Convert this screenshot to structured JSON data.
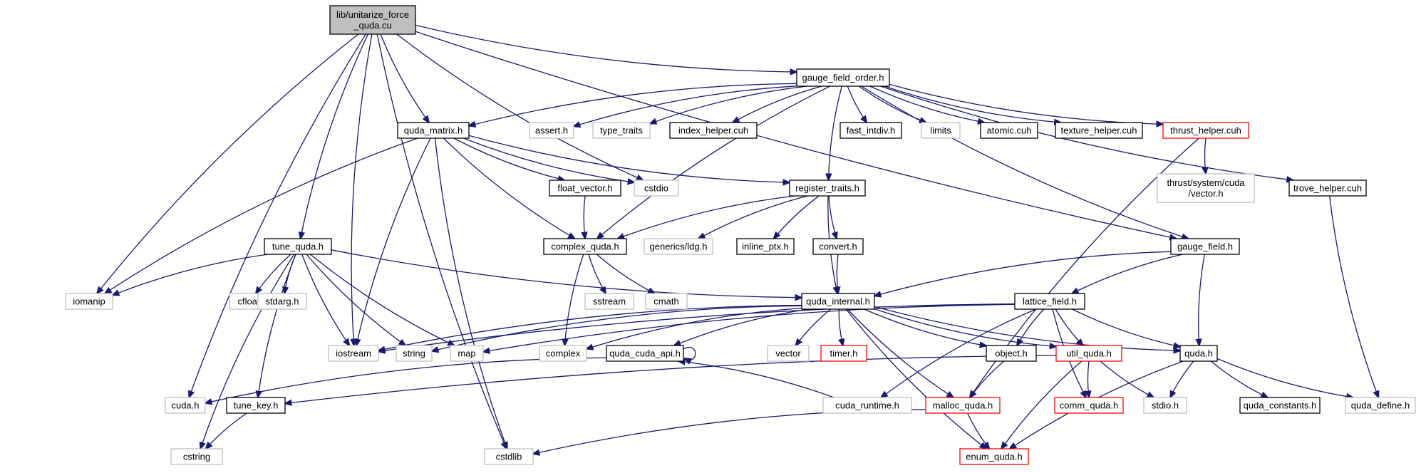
{
  "nodes": {
    "root": {
      "lines": [
        "lib/unitarize_force",
        "_quda.cu"
      ],
      "style": "root"
    },
    "gauge_field_order": {
      "lines": [
        "gauge_field_order.h"
      ],
      "style": "black"
    },
    "quda_matrix": {
      "lines": [
        "quda_matrix.h"
      ],
      "style": "black"
    },
    "assert": {
      "lines": [
        "assert.h"
      ],
      "style": "gray"
    },
    "type_traits": {
      "lines": [
        "type_traits"
      ],
      "style": "gray"
    },
    "index_helper": {
      "lines": [
        "index_helper.cuh"
      ],
      "style": "black"
    },
    "fast_intdiv": {
      "lines": [
        "fast_intdiv.h"
      ],
      "style": "black"
    },
    "limits": {
      "lines": [
        "limits"
      ],
      "style": "gray"
    },
    "atomic": {
      "lines": [
        "atomic.cuh"
      ],
      "style": "black"
    },
    "texture_helper": {
      "lines": [
        "texture_helper.cuh"
      ],
      "style": "black"
    },
    "thrust_helper": {
      "lines": [
        "thrust_helper.cuh"
      ],
      "style": "red"
    },
    "thrust_vector": {
      "lines": [
        "thrust/system/cuda",
        "/vector.h"
      ],
      "style": "gray"
    },
    "trove_helper": {
      "lines": [
        "trove_helper.cuh"
      ],
      "style": "black"
    },
    "float_vector": {
      "lines": [
        "float_vector.h"
      ],
      "style": "black"
    },
    "cstdio": {
      "lines": [
        "cstdio"
      ],
      "style": "gray"
    },
    "register_traits": {
      "lines": [
        "register_traits.h"
      ],
      "style": "black"
    },
    "tune_quda": {
      "lines": [
        "tune_quda.h"
      ],
      "style": "black"
    },
    "complex_quda": {
      "lines": [
        "complex_quda.h"
      ],
      "style": "black"
    },
    "generics_ldg": {
      "lines": [
        "generics/ldg.h"
      ],
      "style": "gray"
    },
    "inline_ptx": {
      "lines": [
        "inline_ptx.h"
      ],
      "style": "black"
    },
    "convert": {
      "lines": [
        "convert.h"
      ],
      "style": "black"
    },
    "gauge_field": {
      "lines": [
        "gauge_field.h"
      ],
      "style": "black"
    },
    "iomanip": {
      "lines": [
        "iomanip"
      ],
      "style": "gray"
    },
    "cfloat": {
      "lines": [
        "cfloat"
      ],
      "style": "gray"
    },
    "stdarg": {
      "lines": [
        "stdarg.h"
      ],
      "style": "gray"
    },
    "sstream": {
      "lines": [
        "sstream"
      ],
      "style": "gray"
    },
    "cmath": {
      "lines": [
        "cmath"
      ],
      "style": "gray"
    },
    "quda_internal": {
      "lines": [
        "quda_internal.h"
      ],
      "style": "black"
    },
    "lattice_field": {
      "lines": [
        "lattice_field.h"
      ],
      "style": "black"
    },
    "iostream": {
      "lines": [
        "iostream"
      ],
      "style": "gray"
    },
    "string": {
      "lines": [
        "string"
      ],
      "style": "gray"
    },
    "map": {
      "lines": [
        "map"
      ],
      "style": "gray"
    },
    "complex": {
      "lines": [
        "complex"
      ],
      "style": "gray"
    },
    "quda_cuda_api": {
      "lines": [
        "quda_cuda_api.h"
      ],
      "style": "black"
    },
    "vector": {
      "lines": [
        "vector"
      ],
      "style": "gray"
    },
    "timer": {
      "lines": [
        "timer.h"
      ],
      "style": "red"
    },
    "object": {
      "lines": [
        "object.h"
      ],
      "style": "black"
    },
    "util_quda": {
      "lines": [
        "util_quda.h"
      ],
      "style": "red"
    },
    "quda": {
      "lines": [
        "quda.h"
      ],
      "style": "black"
    },
    "cuda": {
      "lines": [
        "cuda.h"
      ],
      "style": "gray"
    },
    "tune_key": {
      "lines": [
        "tune_key.h"
      ],
      "style": "black"
    },
    "cuda_runtime": {
      "lines": [
        "cuda_runtime.h"
      ],
      "style": "gray"
    },
    "malloc_quda": {
      "lines": [
        "malloc_quda.h"
      ],
      "style": "red"
    },
    "comm_quda": {
      "lines": [
        "comm_quda.h"
      ],
      "style": "red"
    },
    "stdio": {
      "lines": [
        "stdio.h"
      ],
      "style": "gray"
    },
    "quda_constants": {
      "lines": [
        "quda_constants.h"
      ],
      "style": "black"
    },
    "quda_define": {
      "lines": [
        "quda_define.h"
      ],
      "style": "gray"
    },
    "cstring": {
      "lines": [
        "cstring"
      ],
      "style": "gray"
    },
    "cstdlib": {
      "lines": [
        "cstdlib"
      ],
      "style": "gray"
    },
    "enum_quda": {
      "lines": [
        "enum_quda.h"
      ],
      "style": "red"
    }
  },
  "edges": [
    [
      "root",
      "gauge_field_order"
    ],
    [
      "root",
      "quda_matrix"
    ],
    [
      "root",
      "tune_quda"
    ],
    [
      "root",
      "iostream"
    ],
    [
      "root",
      "iomanip"
    ],
    [
      "root",
      "cuda"
    ],
    [
      "root",
      "cstdlib"
    ],
    [
      "root",
      "cstdio"
    ],
    [
      "root",
      "gauge_field"
    ],
    [
      "gauge_field_order",
      "quda_matrix"
    ],
    [
      "gauge_field_order",
      "assert"
    ],
    [
      "gauge_field_order",
      "type_traits"
    ],
    [
      "gauge_field_order",
      "index_helper"
    ],
    [
      "gauge_field_order",
      "fast_intdiv"
    ],
    [
      "gauge_field_order",
      "limits"
    ],
    [
      "gauge_field_order",
      "atomic"
    ],
    [
      "gauge_field_order",
      "texture_helper"
    ],
    [
      "gauge_field_order",
      "thrust_helper"
    ],
    [
      "gauge_field_order",
      "trove_helper"
    ],
    [
      "gauge_field_order",
      "register_traits"
    ],
    [
      "gauge_field_order",
      "complex_quda"
    ],
    [
      "gauge_field_order",
      "gauge_field"
    ],
    [
      "thrust_helper",
      "thrust_vector"
    ],
    [
      "thrust_helper",
      "malloc_quda"
    ],
    [
      "trove_helper",
      "quda_define"
    ],
    [
      "quda_matrix",
      "float_vector"
    ],
    [
      "quda_matrix",
      "cstdio"
    ],
    [
      "quda_matrix",
      "register_traits"
    ],
    [
      "quda_matrix",
      "complex_quda"
    ],
    [
      "quda_matrix",
      "iomanip"
    ],
    [
      "quda_matrix",
      "iostream"
    ],
    [
      "quda_matrix",
      "cstdlib"
    ],
    [
      "float_vector",
      "complex_quda"
    ],
    [
      "register_traits",
      "complex_quda"
    ],
    [
      "register_traits",
      "generics_ldg"
    ],
    [
      "register_traits",
      "inline_ptx"
    ],
    [
      "register_traits",
      "convert"
    ],
    [
      "register_traits",
      "quda_internal"
    ],
    [
      "convert",
      "quda_internal"
    ],
    [
      "complex_quda",
      "sstream"
    ],
    [
      "complex_quda",
      "cmath"
    ],
    [
      "complex_quda",
      "complex"
    ],
    [
      "tune_quda",
      "iomanip"
    ],
    [
      "tune_quda",
      "cfloat"
    ],
    [
      "tune_quda",
      "stdarg"
    ],
    [
      "tune_quda",
      "iostream"
    ],
    [
      "tune_quda",
      "string"
    ],
    [
      "tune_quda",
      "map"
    ],
    [
      "tune_quda",
      "quda_internal"
    ],
    [
      "tune_quda",
      "tune_key"
    ],
    [
      "tune_quda",
      "cstring"
    ],
    [
      "gauge_field",
      "quda_internal"
    ],
    [
      "gauge_field",
      "lattice_field"
    ],
    [
      "gauge_field",
      "quda"
    ],
    [
      "quda_internal",
      "iostream"
    ],
    [
      "quda_internal",
      "string"
    ],
    [
      "quda_internal",
      "complex"
    ],
    [
      "quda_internal",
      "quda_cuda_api"
    ],
    [
      "quda_internal",
      "vector"
    ],
    [
      "quda_internal",
      "timer"
    ],
    [
      "quda_internal",
      "object"
    ],
    [
      "quda_internal",
      "util_quda"
    ],
    [
      "quda_internal",
      "quda"
    ],
    [
      "quda_internal",
      "malloc_quda"
    ],
    [
      "quda_internal",
      "enum_quda"
    ],
    [
      "lattice_field",
      "iostream"
    ],
    [
      "lattice_field",
      "map"
    ],
    [
      "lattice_field",
      "object"
    ],
    [
      "lattice_field",
      "util_quda"
    ],
    [
      "lattice_field",
      "quda"
    ],
    [
      "lattice_field",
      "cuda_runtime"
    ],
    [
      "lattice_field",
      "comm_quda"
    ],
    [
      "quda_cuda_api",
      "quda_cuda_api"
    ],
    [
      "quda_cuda_api",
      "cuda"
    ],
    [
      "cuda_runtime",
      "quda_cuda_api"
    ],
    [
      "object",
      "malloc_quda"
    ],
    [
      "util_quda",
      "tune_key"
    ],
    [
      "util_quda",
      "comm_quda"
    ],
    [
      "util_quda",
      "stdio"
    ],
    [
      "util_quda",
      "enum_quda"
    ],
    [
      "quda",
      "stdio"
    ],
    [
      "quda",
      "quda_constants"
    ],
    [
      "quda",
      "quda_define"
    ],
    [
      "quda",
      "enum_quda"
    ],
    [
      "malloc_quda",
      "enum_quda"
    ],
    [
      "malloc_quda",
      "cstdlib"
    ],
    [
      "tune_key",
      "cstring"
    ]
  ]
}
